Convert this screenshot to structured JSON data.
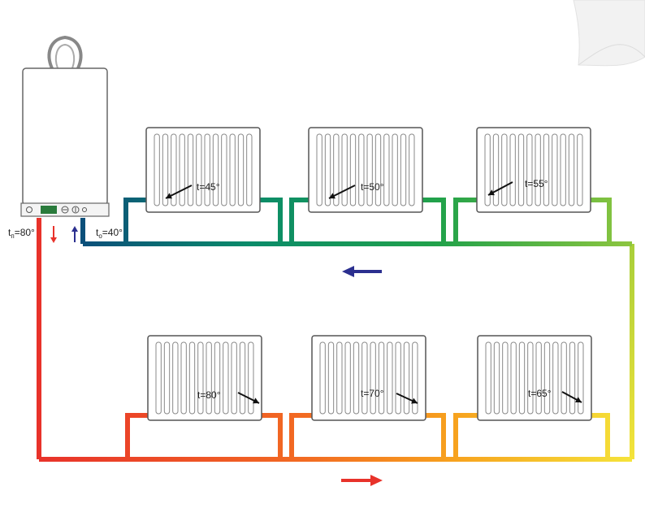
{
  "boiler": {
    "supply_temp": {
      "main": "t",
      "sub": "п",
      "value": "=80°"
    },
    "return_temp": {
      "main": "t",
      "sub": "o",
      "value": "=40°"
    }
  },
  "radiators_upper": [
    {
      "label": "t=45°"
    },
    {
      "label": "t=50°"
    },
    {
      "label": "t=55°"
    }
  ],
  "radiators_lower": [
    {
      "label": "t=80°"
    },
    {
      "label": "t=70°"
    },
    {
      "label": "t=65°"
    }
  ],
  "colors": {
    "hot": "#e8322a",
    "warm": "#f7931e",
    "mid": "#f5e33a",
    "cool": "#8dc63f",
    "cold": "#0a8f5a",
    "coldest": "#0b4f7a",
    "arrow_return": "#2b2f8f",
    "arrow_supply": "#e8322a"
  },
  "icons": {
    "boiler": "gas-boiler-icon",
    "page_corner": "page-curl-icon"
  }
}
